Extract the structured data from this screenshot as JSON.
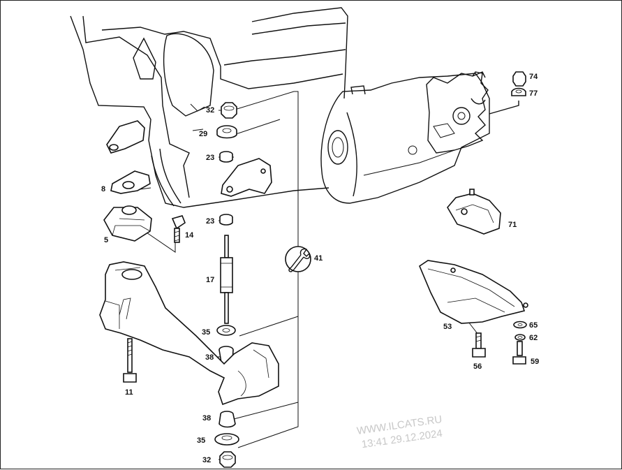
{
  "callouts": [
    {
      "id": "c32a",
      "text": "32"
    },
    {
      "id": "c29",
      "text": "29"
    },
    {
      "id": "c23a",
      "text": "23"
    },
    {
      "id": "c8",
      "text": "8"
    },
    {
      "id": "c23b",
      "text": "23"
    },
    {
      "id": "c5",
      "text": "5"
    },
    {
      "id": "c14",
      "text": "14"
    },
    {
      "id": "c17",
      "text": "17"
    },
    {
      "id": "c41",
      "text": "41"
    },
    {
      "id": "c35a",
      "text": "35"
    },
    {
      "id": "c11",
      "text": "11"
    },
    {
      "id": "c38a",
      "text": "38"
    },
    {
      "id": "c38b",
      "text": "38"
    },
    {
      "id": "c35b",
      "text": "35"
    },
    {
      "id": "c32b",
      "text": "32"
    },
    {
      "id": "c74",
      "text": "74"
    },
    {
      "id": "c77",
      "text": "77"
    },
    {
      "id": "c71",
      "text": "71"
    },
    {
      "id": "c53",
      "text": "53"
    },
    {
      "id": "c65",
      "text": "65"
    },
    {
      "id": "c62",
      "text": "62"
    },
    {
      "id": "c56",
      "text": "56"
    },
    {
      "id": "c59",
      "text": "59"
    }
  ],
  "watermark": {
    "line1": "WWW.ILCATS.RU",
    "line2": "13:41  29.12.2024"
  },
  "icons": {
    "tool": "wrench-icon"
  },
  "colors": {
    "line": "#111111",
    "background": "#ffffff",
    "watermark": "#c8c8c8"
  }
}
